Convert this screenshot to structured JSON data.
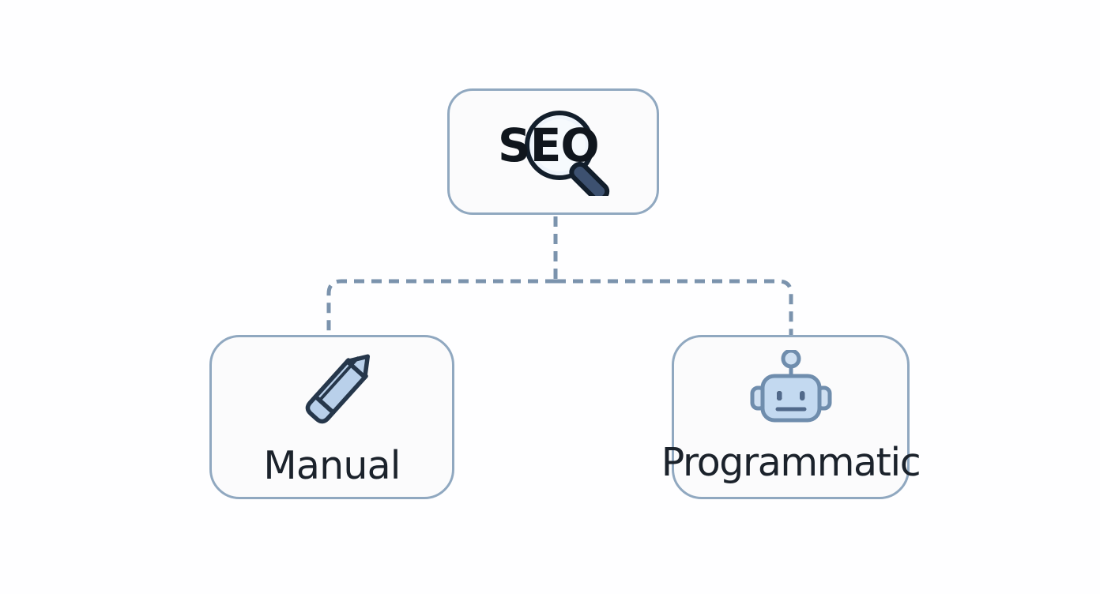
{
  "diagram": {
    "type": "tree",
    "orientation": "top-down",
    "background_color": "#fefeff",
    "node_fill_color": "#fbfbfc",
    "node_border_color": "#90a8c0",
    "connector_color": "#7b93ad",
    "connector_style": "dashed",
    "label_color": "#1b222b",
    "icon_fill_color": "#b9d0ea",
    "icon_stroke_color": "#2b3a4d",
    "robot_stroke_color": "#6f8dad"
  },
  "root_node": {
    "id": "seo",
    "label": "SEO",
    "icon": "seo-magnifier-icon",
    "icon_text": "SEO"
  },
  "children": [
    {
      "id": "manual",
      "label": "Manual",
      "icon": "pencil-icon"
    },
    {
      "id": "programmatic",
      "label": "Programmatic",
      "icon": "robot-icon"
    }
  ],
  "edges": [
    {
      "from": "seo",
      "to": "manual",
      "style": "dashed"
    },
    {
      "from": "seo",
      "to": "programmatic",
      "style": "dashed"
    }
  ]
}
